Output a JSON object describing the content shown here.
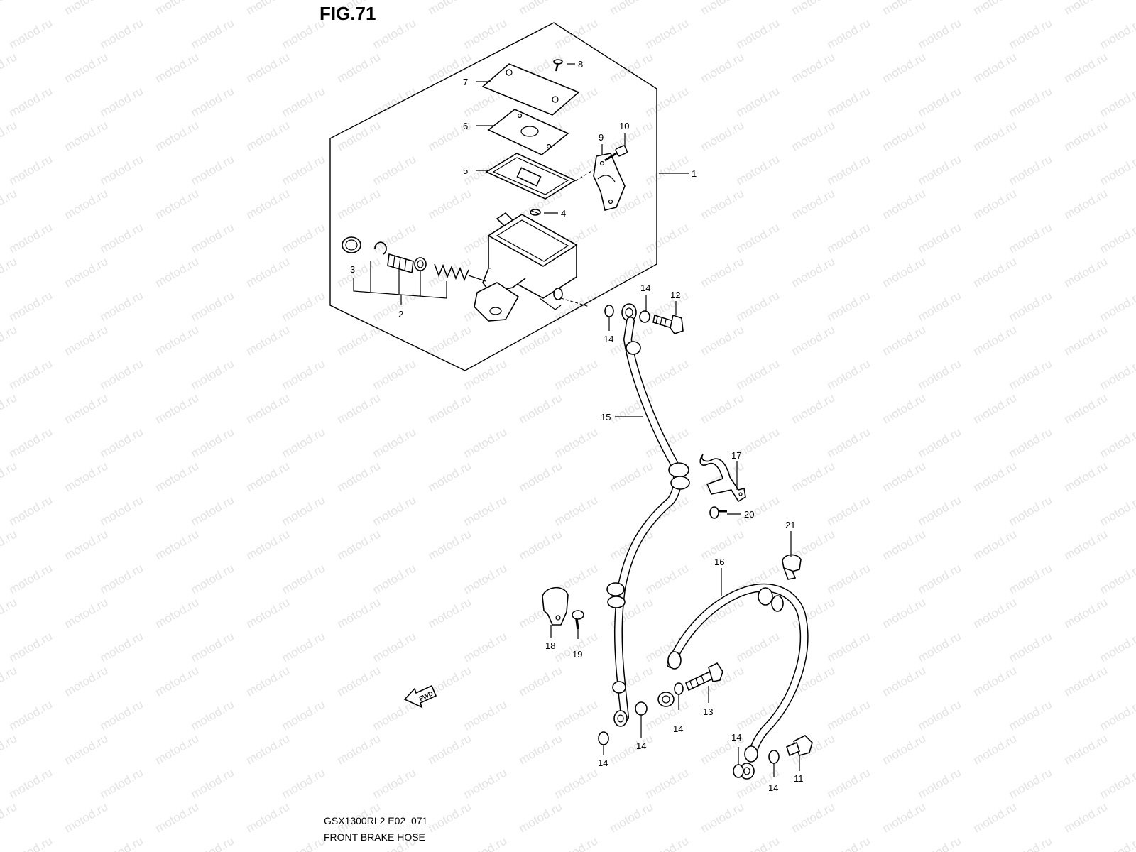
{
  "figure": {
    "title": "FIG.71",
    "model_code": "GSX1300RL2 E02_071",
    "caption": "FRONT BRAKE HOSE",
    "watermark": "motod.ru",
    "fwd_label": "FWD"
  },
  "callouts": {
    "c1": "1",
    "c2": "2",
    "c3": "3",
    "c4": "4",
    "c5": "5",
    "c6": "6",
    "c7": "7",
    "c8": "8",
    "c9": "9",
    "c10": "10",
    "c11": "11",
    "c12": "12",
    "c13": "13",
    "c14": "14",
    "c15": "15",
    "c16": "16",
    "c17": "17",
    "c18": "18",
    "c19": "19",
    "c20": "20",
    "c21": "21"
  }
}
